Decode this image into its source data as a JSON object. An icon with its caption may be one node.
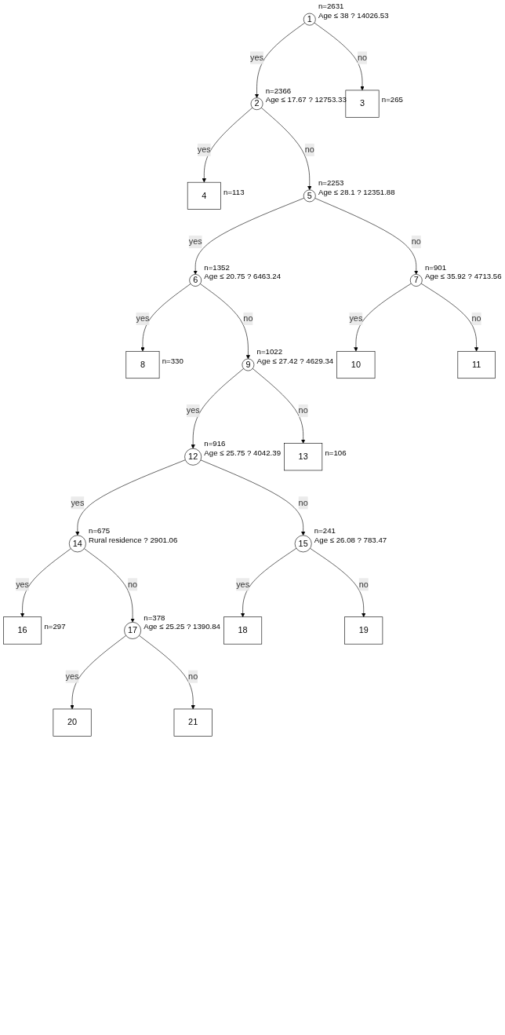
{
  "diagram": {
    "nodes": [
      {
        "text": [
          "1"
        ],
        "beside": [
          "n=2631",
          "Age ≤ 38 ? 14026.53"
        ]
      },
      {
        "text": [
          "2"
        ],
        "beside": [
          "n=2366",
          "Age ≤ 17.67 ? 12753.33"
        ]
      },
      {
        "text": [
          "3"
        ],
        "beside": [
          "n=265"
        ]
      },
      {
        "text": [
          "4"
        ],
        "beside": [
          "n=113"
        ]
      },
      {
        "text": [
          "5"
        ],
        "beside": [
          "n=2253",
          "Age ≤ 28.1 ? 12351.88"
        ]
      },
      {
        "text": [
          "6"
        ],
        "beside": [
          "n=1352",
          "Age ≤ 20.75 ? 6463.24"
        ]
      },
      {
        "text": [
          "7"
        ],
        "beside": [
          "n=901",
          "Age ≤ 35.92 ? 4713.56"
        ]
      },
      {
        "text": [
          "8"
        ],
        "beside": [
          "n=330"
        ]
      },
      {
        "text": [
          "9"
        ],
        "beside": [
          "n=1022",
          "Age ≤ 27.42 ? 4629.34"
        ]
      },
      {
        "text": [
          "10"
        ]
      },
      {
        "text": [
          "11"
        ]
      },
      {
        "text": [
          "12"
        ],
        "beside": [
          "n=916",
          "Age ≤ 25.75 ? 4042.39"
        ]
      },
      {
        "text": [
          "13"
        ],
        "beside": [
          "n=106"
        ]
      },
      {
        "text": [
          "14"
        ],
        "beside": [
          "n=675",
          "Rural residence ? 2901.06"
        ]
      },
      {
        "text": [
          "15"
        ],
        "beside": [
          "n=241",
          "Age ≤ 26.08 ? 783.47"
        ]
      },
      {
        "text": [
          "16"
        ],
        "beside": [
          "n=297"
        ]
      },
      {
        "text": [
          "17"
        ],
        "beside": [
          "n=378",
          "Age ≤ 25.25 ? 1390.84"
        ]
      },
      {
        "text": [
          "18"
        ]
      },
      {
        "text": [
          "19"
        ]
      },
      {
        "text": [
          "20"
        ]
      },
      {
        "text": [
          "21"
        ]
      }
    ],
    "edges": [
      {
        "from": 0,
        "to": 1,
        "arrow": "to",
        "label": "yes"
      },
      {
        "from": 0,
        "to": 2,
        "arrow": "to",
        "label": "no"
      },
      {
        "from": 1,
        "to": 3,
        "arrow": "to",
        "label": "yes"
      },
      {
        "from": 1,
        "to": 4,
        "arrow": "to",
        "label": "no"
      },
      {
        "from": 4,
        "to": 5,
        "arrow": "to",
        "label": "yes"
      },
      {
        "from": 4,
        "to": 6,
        "arrow": "to",
        "label": "no"
      },
      {
        "from": 5,
        "to": 7,
        "arrow": "to",
        "label": "yes"
      },
      {
        "from": 5,
        "to": 8,
        "arrow": "to",
        "label": "no"
      },
      {
        "from": 6,
        "to": 9,
        "arrow": "to",
        "label": "yes"
      },
      {
        "from": 6,
        "to": 10,
        "arrow": "to",
        "label": "no"
      },
      {
        "from": 8,
        "to": 11,
        "arrow": "to",
        "label": "yes"
      },
      {
        "from": 8,
        "to": 12,
        "arrow": "to",
        "label": "no"
      },
      {
        "from": 11,
        "to": 13,
        "arrow": "to",
        "label": "yes"
      },
      {
        "from": 11,
        "to": 14,
        "arrow": "to",
        "label": "no"
      },
      {
        "from": 13,
        "to": 15,
        "arrow": "to",
        "label": "yes"
      },
      {
        "from": 13,
        "to": 16,
        "arrow": "to",
        "label": "no"
      },
      {
        "from": 14,
        "to": 17,
        "arrow": "to",
        "label": "yes"
      },
      {
        "from": 14,
        "to": 18,
        "arrow": "to",
        "label": "no"
      },
      {
        "from": 16,
        "to": 19,
        "arrow": "to",
        "label": "yes"
      },
      {
        "from": 16,
        "to": 20,
        "arrow": "to",
        "label": "no"
      }
    ]
  }
}
